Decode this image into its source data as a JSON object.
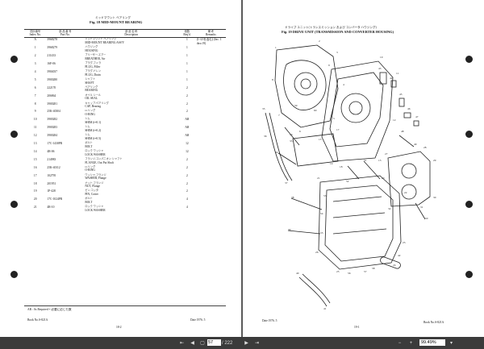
{
  "left_page": {
    "fig_title": "Fig. 18   MID-MOUNT BEARING",
    "fig_title_jp": "ミッドマウント ベアリング",
    "columns": {
      "index_jp": "図示番号",
      "index_en": "Index No.",
      "part_jp": "部 品 番 号",
      "part_en": "Part No.",
      "desc_jp": "部 品 名 称",
      "desc_en": "Description",
      "qty_jp": "個数",
      "qty_en": "Req'd.",
      "rem_jp": "備 考",
      "rem_en": "Remarks"
    },
    "rows": [
      {
        "no": "A",
        "part": "3968278",
        "jp": "ミッドマウント ベアリング",
        "desc": "MID-MOUNT BEARING ASS'Y",
        "note": "(1~21を含む) (Inc. 1 thru 19)",
        "qty": "1"
      },
      {
        "no": "1",
        "part": "3968279",
        "jp": "ハウジング",
        "desc": "HOUSING",
        "note": "",
        "qty": "1"
      },
      {
        "no": "2",
        "part": "211433",
        "jp": "ブリーザー,エアー",
        "desc": "BREATHER, Air",
        "note": "",
        "qty": "1"
      },
      {
        "no": "3",
        "part": "16F-06",
        "jp": "プラグ,フィラ",
        "desc": "PLUG, Filler",
        "note": "",
        "qty": "1"
      },
      {
        "no": "4",
        "part": "3904037",
        "jp": "プラグ,ドレン",
        "desc": "PLUG, Drain",
        "note": "",
        "qty": "1"
      },
      {
        "no": "5",
        "part": "3900280",
        "jp": "シャフト",
        "desc": "SHAFT",
        "note": "",
        "qty": "1"
      },
      {
        "no": "6",
        "part": "222170",
        "jp": "ベアリング",
        "desc": "BEARING",
        "note": "",
        "qty": "2"
      },
      {
        "no": "7",
        "part": "206864",
        "jp": "オイル シール",
        "desc": "OIL SEAL",
        "note": "",
        "qty": "2"
      },
      {
        "no": "8",
        "part": "3900281",
        "jp": "キャップ,ベアリング",
        "desc": "CAP, Bearing",
        "note": "",
        "qty": "2"
      },
      {
        "no": "9",
        "part": "25K-40304",
        "jp": "O-リング",
        "desc": "O-RING",
        "note": "",
        "qty": "2"
      },
      {
        "no": "10",
        "part": "3900282",
        "jp": "シム",
        "desc": "SHIM (t=0.1)",
        "note": "",
        "qty": "AR"
      },
      {
        "no": "11",
        "part": "3900283",
        "jp": "シム",
        "desc": "SHIM (t=0.2)",
        "note": "",
        "qty": "AR"
      },
      {
        "no": "12",
        "part": "3900284",
        "jp": "シム",
        "desc": "SHIM (t=0.5)",
        "note": "",
        "qty": "AR"
      },
      {
        "no": "13",
        "part": "17C-1430PR",
        "jp": "ボルト",
        "desc": "BOLT",
        "note": "",
        "qty": "12"
      },
      {
        "no": "14",
        "part": "4R-06",
        "jp": "ロック ワッシャ",
        "desc": "LOCK WASHER",
        "note": "",
        "qty": "12"
      },
      {
        "no": "15",
        "part": "214983",
        "jp": "フランジ,コンパニオン シャフト",
        "desc": "FLANGE, Out Put Shaft",
        "note": "",
        "qty": "2"
      },
      {
        "no": "16",
        "part": "25K-40112",
        "jp": "O-リング",
        "desc": "O-RING",
        "note": "",
        "qty": "2"
      },
      {
        "no": "17",
        "part": "102795",
        "jp": "ワッシャ,フランジ",
        "desc": "WASHER, Flange",
        "note": "",
        "qty": "2"
      },
      {
        "no": "18",
        "part": "201951",
        "jp": "ナット,フランジ",
        "desc": "NUT, Flange",
        "note": "",
        "qty": "2"
      },
      {
        "no": "19",
        "part": "1P-428",
        "jp": "ピン,コッタ",
        "desc": "PIN, Cotter",
        "note": "",
        "qty": "2"
      },
      {
        "no": "20",
        "part": "17C-1024PR",
        "jp": "ボルト",
        "desc": "BOLT",
        "note": "",
        "qty": "4"
      },
      {
        "no": "21",
        "part": "4R-10",
        "jp": "ロック ワッシャ",
        "desc": "LOCK WASHER",
        "note": "",
        "qty": "4"
      }
    ],
    "ar_note": "AR : As Required = 必要に応じた数",
    "book_no": "Book No.S-821A",
    "page_no": "18-2",
    "date": "Date 1976. 5"
  },
  "right_page": {
    "fig_title": "Fig. 19   DRIVE UNIT (TRANSMISSION AND CONVERTER HOUSING)",
    "fig_title_jp": "ドライブ ユニット(トランスミッション および コンバータ ハウジング)",
    "date": "Date 1976. 5",
    "page_no": "19-1",
    "book_no": "Book No.S-821A",
    "callouts": [
      "1",
      "2",
      "3",
      "4",
      "5",
      "6",
      "7",
      "8",
      "9",
      "10",
      "11",
      "12",
      "13",
      "14",
      "15",
      "16",
      "17",
      "18",
      "19",
      "20",
      "21",
      "22",
      "23",
      "24",
      "25",
      "26",
      "27",
      "28",
      "29",
      "30",
      "31",
      "32",
      "33",
      "34",
      "35",
      "36",
      "37",
      "38",
      "39",
      "40",
      "41",
      "42",
      "43",
      "44",
      "45",
      "46",
      "47",
      "48",
      "49",
      "50",
      "51",
      "52",
      "53",
      "54",
      "55",
      "56",
      "57",
      "58",
      "59",
      "60"
    ]
  },
  "toolbar": {
    "page_current": "57",
    "page_total": "/ 222",
    "zoom": "99.49%",
    "icons": [
      "prev-page-icon",
      "next-page-icon",
      "first-page-icon",
      "last-page-icon",
      "zoom-out-icon",
      "zoom-in-icon"
    ]
  }
}
